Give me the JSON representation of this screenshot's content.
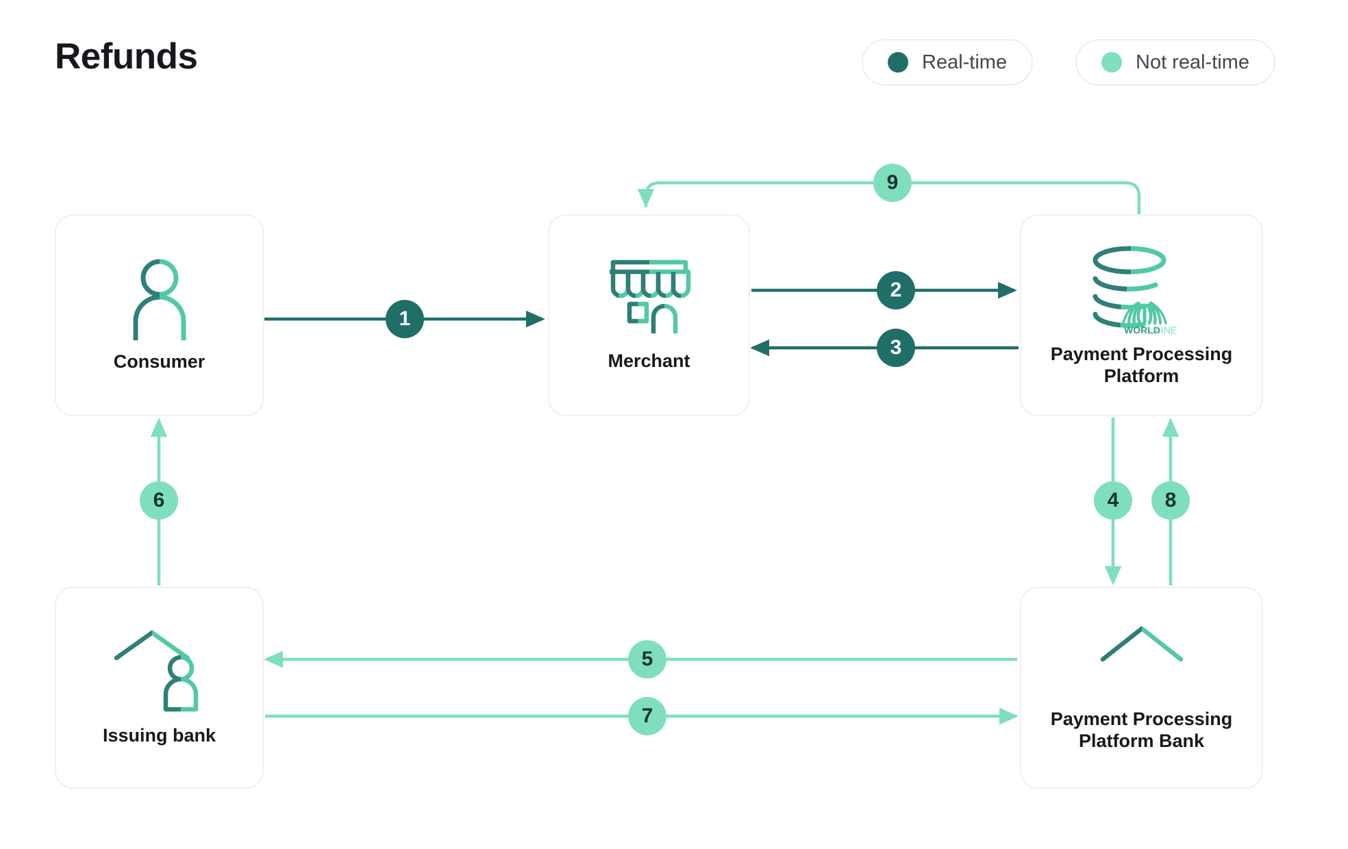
{
  "header": {
    "title": "Refunds"
  },
  "legend": {
    "items": [
      {
        "id": "real-time",
        "label": "Real-time",
        "color": "#1f6f68"
      },
      {
        "id": "not-real-time",
        "label": "Not real-time",
        "color": "#7fdfbc"
      }
    ]
  },
  "colors": {
    "real_time": "#1f6f68",
    "not_real_time": "#7fdfbc",
    "icon_dark": "#2f7f78",
    "icon_light": "#52c8a6",
    "card_border": "#eef0f3",
    "text": "#16181d",
    "legend_text": "#424650"
  },
  "nodes": [
    {
      "id": "consumer",
      "label": "Consumer",
      "icon": "person-icon"
    },
    {
      "id": "merchant",
      "label": "Merchant",
      "icon": "storefront-icon"
    },
    {
      "id": "platform",
      "label": "Payment Processing\nPlatform",
      "icon": "database-worldline-icon"
    },
    {
      "id": "issuing-bank",
      "label": "Issuing bank",
      "icon": "bank-person-icon"
    },
    {
      "id": "platform-bank",
      "label": "Payment Processing\nPlatform Bank",
      "icon": "bank-icon"
    }
  ],
  "brand": {
    "worldline_bold": "WORLD",
    "worldline_light": "LINE"
  },
  "flows": [
    {
      "step": "1",
      "from": "consumer",
      "to": "merchant",
      "type": "real-time"
    },
    {
      "step": "2",
      "from": "merchant",
      "to": "platform",
      "type": "real-time"
    },
    {
      "step": "3",
      "from": "platform",
      "to": "merchant",
      "type": "real-time"
    },
    {
      "step": "4",
      "from": "platform",
      "to": "platform-bank",
      "type": "not-real-time"
    },
    {
      "step": "5",
      "from": "platform-bank",
      "to": "issuing-bank",
      "type": "not-real-time"
    },
    {
      "step": "6",
      "from": "issuing-bank",
      "to": "consumer",
      "type": "not-real-time"
    },
    {
      "step": "7",
      "from": "issuing-bank",
      "to": "platform-bank",
      "type": "not-real-time"
    },
    {
      "step": "8",
      "from": "platform-bank",
      "to": "platform",
      "type": "not-real-time"
    },
    {
      "step": "9",
      "from": "platform",
      "to": "merchant",
      "type": "not-real-time"
    }
  ]
}
